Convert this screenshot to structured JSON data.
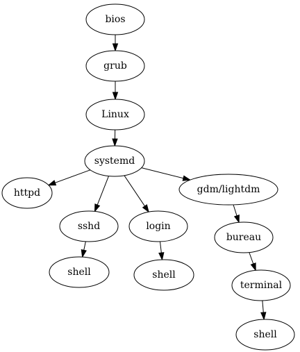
{
  "diagram": {
    "type": "process-tree",
    "nodes": [
      {
        "id": "bios",
        "label": "bios"
      },
      {
        "id": "grub",
        "label": "grub"
      },
      {
        "id": "linux",
        "label": "Linux"
      },
      {
        "id": "systemd",
        "label": "systemd"
      },
      {
        "id": "httpd",
        "label": "httpd"
      },
      {
        "id": "sshd",
        "label": "sshd"
      },
      {
        "id": "login",
        "label": "login"
      },
      {
        "id": "gdm",
        "label": "gdm/lightdm"
      },
      {
        "id": "shell-sshd",
        "label": "shell"
      },
      {
        "id": "shell-login",
        "label": "shell"
      },
      {
        "id": "bureau",
        "label": "bureau"
      },
      {
        "id": "terminal",
        "label": "terminal"
      },
      {
        "id": "shell-terminal",
        "label": "shell"
      }
    ],
    "edges": [
      {
        "from": "bios",
        "to": "grub"
      },
      {
        "from": "grub",
        "to": "linux"
      },
      {
        "from": "linux",
        "to": "systemd"
      },
      {
        "from": "systemd",
        "to": "httpd"
      },
      {
        "from": "systemd",
        "to": "sshd"
      },
      {
        "from": "systemd",
        "to": "login"
      },
      {
        "from": "systemd",
        "to": "gdm"
      },
      {
        "from": "sshd",
        "to": "shell-sshd"
      },
      {
        "from": "login",
        "to": "shell-login"
      },
      {
        "from": "gdm",
        "to": "bureau"
      },
      {
        "from": "bureau",
        "to": "terminal"
      },
      {
        "from": "terminal",
        "to": "shell-terminal"
      }
    ]
  }
}
